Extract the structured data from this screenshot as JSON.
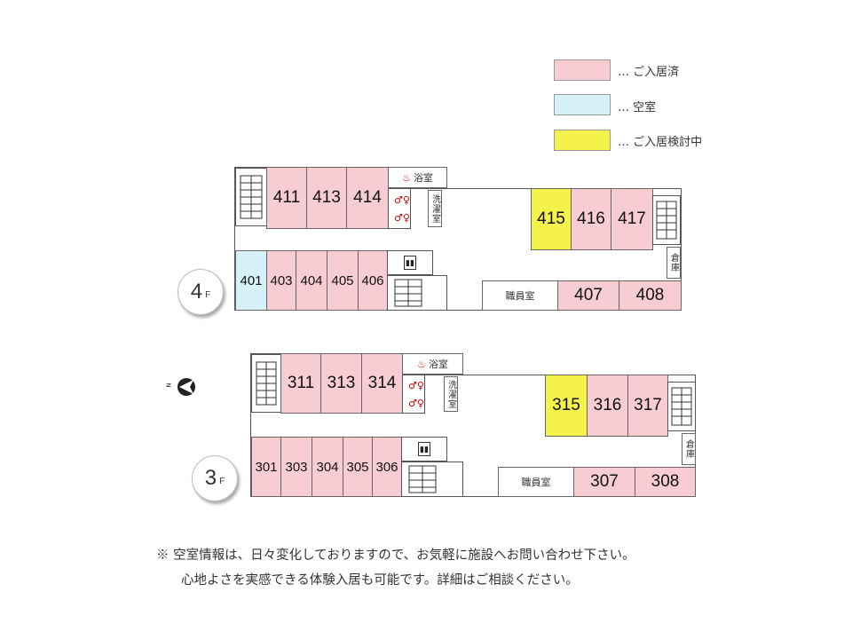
{
  "legend": [
    {
      "label": "…  ご入居済",
      "color": "#f7ccd2"
    },
    {
      "label": "…  空室",
      "color": "#d6f1f9"
    },
    {
      "label": "…  ご入居検討中",
      "color": "#f5f24a"
    }
  ],
  "floor4": {
    "badge_num": "4",
    "badge_f": "F",
    "bath": "浴室",
    "laundry": "洗濯室",
    "staff": "職員室",
    "storage": "倉庫",
    "rooms": {
      "r411": "411",
      "r413": "413",
      "r414": "414",
      "r415": "415",
      "r416": "416",
      "r417": "417",
      "r401": "401",
      "r403": "403",
      "r404": "404",
      "r405": "405",
      "r406": "406",
      "r407": "407",
      "r408": "408"
    }
  },
  "floor3": {
    "badge_num": "3",
    "badge_f": "F",
    "bath": "浴室",
    "laundry": "洗濯室",
    "staff": "職員室",
    "storage": "倉庫",
    "rooms": {
      "r311": "311",
      "r313": "313",
      "r314": "314",
      "r315": "315",
      "r316": "316",
      "r317": "317",
      "r301": "301",
      "r303": "303",
      "r304": "304",
      "r305": "305",
      "r306": "306",
      "r307": "307",
      "r308": "308"
    }
  },
  "compass": "N",
  "note": {
    "line1": "※  空室情報は、日々変化しておりますので、お気軽に施設へお問い合わせ下さい。",
    "line2": "心地よさを実感できる体験入居も可能です。詳細はご相談ください。"
  },
  "colors": {
    "occupied": "#f7ccd2",
    "vacant": "#d6f1f9",
    "pending": "#f5f24a"
  }
}
